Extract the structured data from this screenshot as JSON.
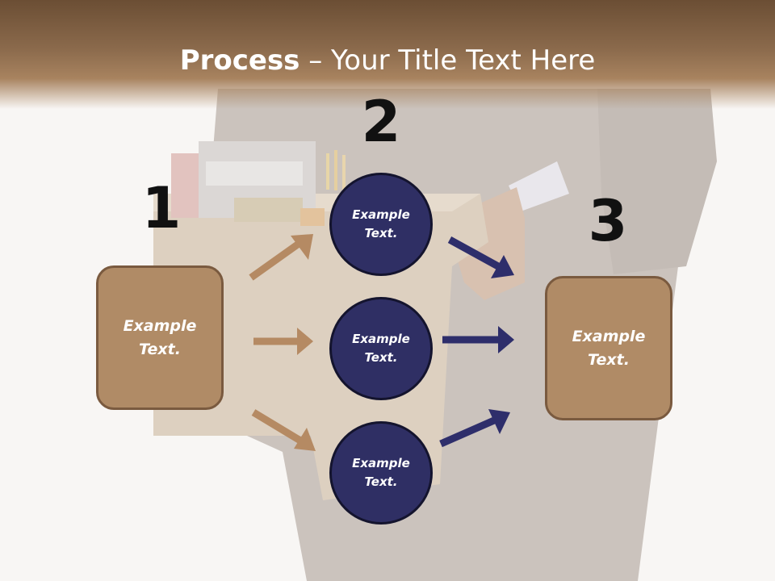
{
  "title": {
    "bold": "Process",
    "rest": " – Your Title Text Here"
  },
  "numbers": [
    "1",
    "2",
    "3"
  ],
  "left_box": {
    "line1": "Example",
    "line2": "Text."
  },
  "right_box": {
    "line1": "Example",
    "line2": "Text."
  },
  "circles": [
    {
      "line1": "Example",
      "line2": "Text."
    },
    {
      "line1": "Example",
      "line2": "Text."
    },
    {
      "line1": "Example",
      "line2": "Text."
    }
  ],
  "colors": {
    "box_fill": "#b08b66",
    "box_border": "#7a5a3f",
    "circle_fill": "#2f2f64",
    "arrow_tan": "#b58a63",
    "arrow_navy": "#2e2e6b",
    "header": "#8b6a4c"
  }
}
